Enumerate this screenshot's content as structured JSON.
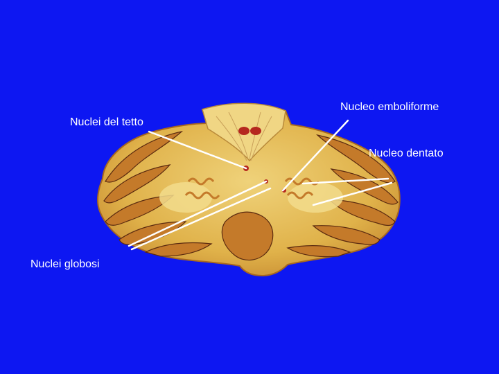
{
  "background_color": "#0d17f2",
  "label_color": "#ffffff",
  "illustration": {
    "icon": "cerebellum-section-illustration",
    "tissue_color": "#e0b24a",
    "cortex_color": "#c47a2a",
    "nucleus_color": "#b5281f"
  },
  "labels": {
    "nucleo_emboliforme": "Nucleo emboliforme",
    "nuclei_del_tetto": "Nuclei del tetto",
    "nucleo_dentato": "Nucleo dentato",
    "nuclei_globosi": "Nuclei globosi"
  }
}
